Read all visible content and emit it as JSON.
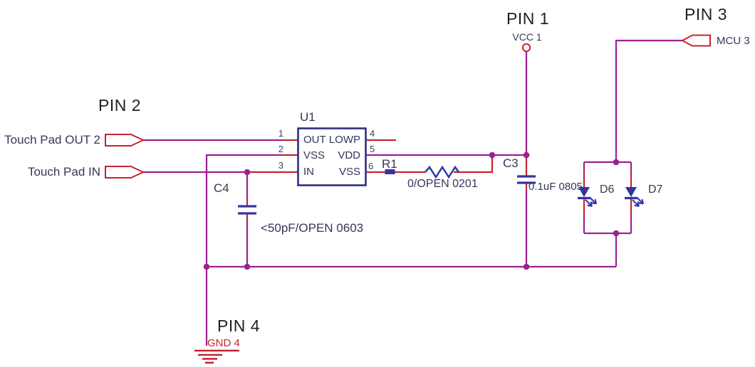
{
  "schematic": {
    "pin1": {
      "title": "PIN 1",
      "net": "VCC 1"
    },
    "pin2": {
      "title": "PIN 2",
      "out_label": "Touch Pad OUT 2",
      "in_label": "Touch Pad IN"
    },
    "pin3": {
      "title": "PIN 3",
      "net": "MCU 3"
    },
    "pin4": {
      "title": "PIN 4",
      "net": "GND 4"
    },
    "u1": {
      "ref": "U1",
      "left_pins": [
        {
          "num": "1",
          "name": "OUT"
        },
        {
          "num": "2",
          "name": "VSS"
        },
        {
          "num": "3",
          "name": "IN"
        }
      ],
      "right_pins": [
        {
          "num": "4",
          "name": "LOWP"
        },
        {
          "num": "5",
          "name": "VDD"
        },
        {
          "num": "6",
          "name": "VSS"
        }
      ]
    },
    "r1": {
      "ref": "R1",
      "value": "0/OPEN 0201"
    },
    "c3": {
      "ref": "C3",
      "value": "0.1uF 0805"
    },
    "c4": {
      "ref": "C4",
      "value": "<50pF/OPEN 0603"
    },
    "d6": {
      "ref": "D6"
    },
    "d7": {
      "ref": "D7"
    },
    "colors": {
      "wire_net": "#9c2190",
      "pin_stub": "#c62430",
      "symbol": "#3434a0",
      "ic_outline": "#2e2e7c",
      "label_text": "#343759",
      "gnd_symbol": "#c22433"
    }
  }
}
